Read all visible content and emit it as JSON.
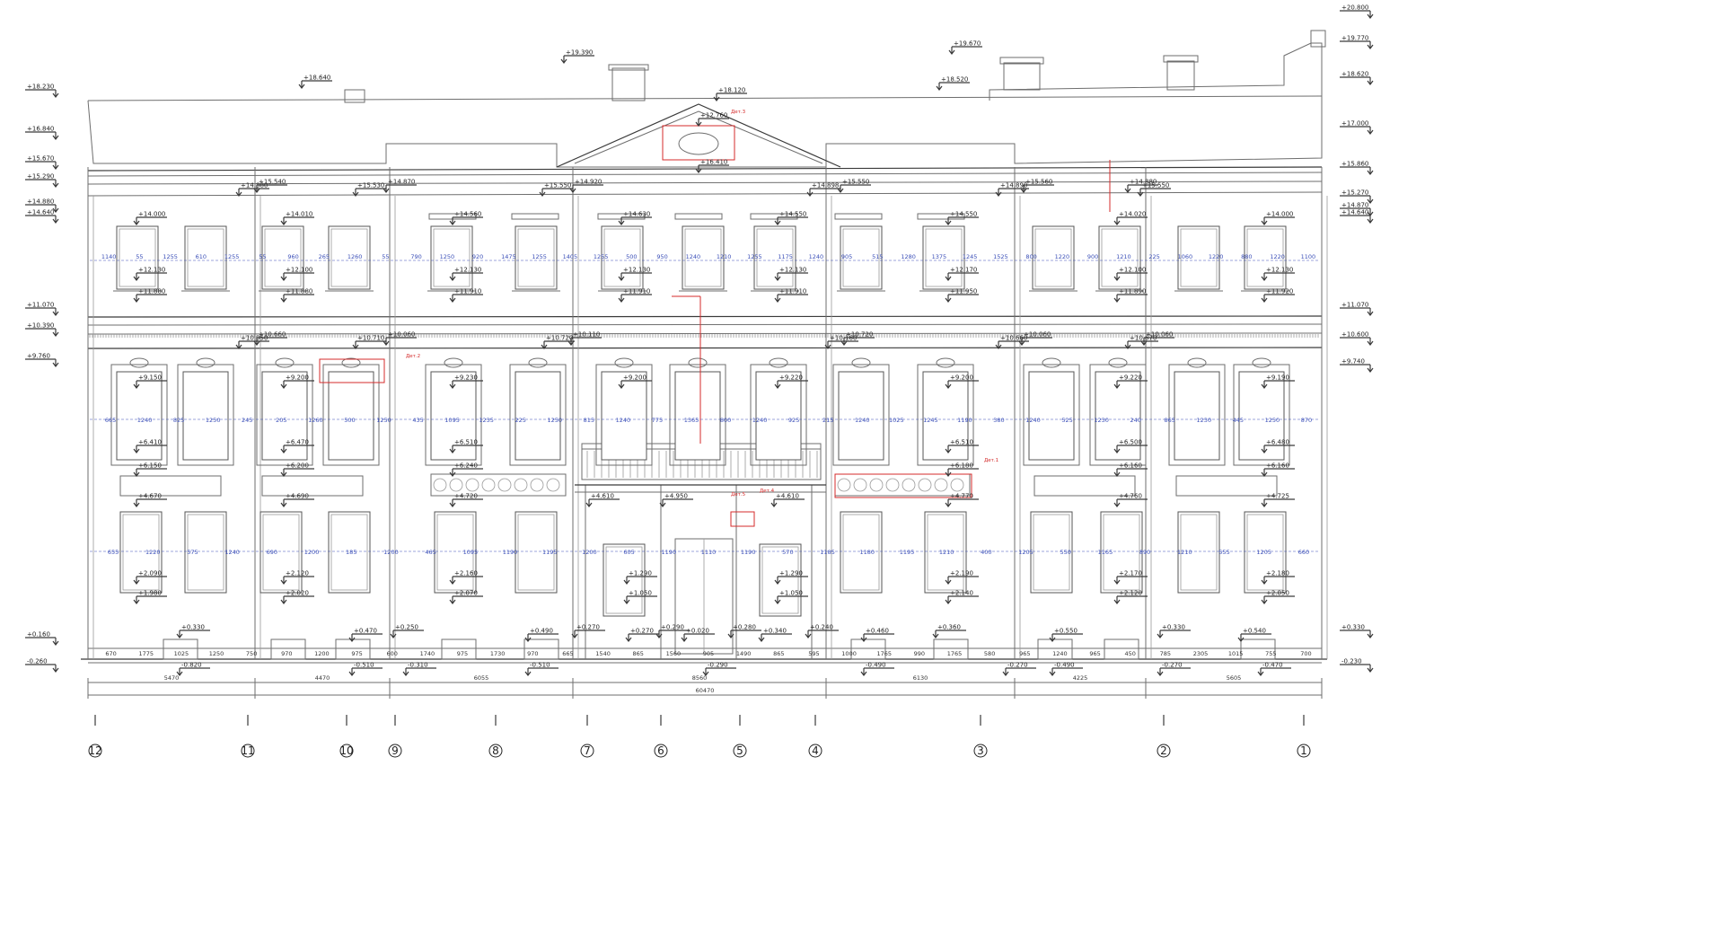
{
  "drawing": {
    "left_levels": [
      "+18.230",
      "+16.840",
      "+15.670",
      "+15.290",
      "+14.880",
      "+14.640",
      "+11.070",
      "+10.390",
      "+9.760",
      "+0.160",
      "-0.260"
    ],
    "right_levels": [
      "+20.800",
      "+19.770",
      "+18.620",
      "+17.000",
      "+15.860",
      "+15.270",
      "+14.870",
      "+14.640",
      "+11.070",
      "+10.600",
      "+9.740",
      "+0.330",
      "-0.230"
    ],
    "roof_levels": [
      "+18.640",
      "+19.390",
      "+18.120",
      "+19.670",
      "+18.520",
      "+16.410",
      "+12.760"
    ],
    "cornice_levels": [
      "+14.880",
      "+15.540",
      "+15.530",
      "+14.870",
      "+15.550",
      "+14.920",
      "+14.898",
      "+15.550",
      "+14.890",
      "+15.560",
      "+15.550",
      "+14.880"
    ],
    "upper_window_levels": [
      "+14.000",
      "+14.010",
      "+14.560",
      "+14.630",
      "+14.550",
      "+14.550",
      "+14.020",
      "+14.000"
    ],
    "upper_sill_levels": [
      "+12.130",
      "+12.100",
      "+12.130",
      "+12.130",
      "+12.130",
      "+12.170",
      "+12.100",
      "+12.130"
    ],
    "upper_bottom_levels": [
      "+11.880",
      "+11.880",
      "+11.910",
      "+11.910",
      "+11.910",
      "+11.950",
      "+11.890",
      "+11.920"
    ],
    "mid_cornice_levels": [
      "+10.050",
      "+10.660",
      "+10.710",
      "+10.060",
      "+10.720",
      "+10.110",
      "+10.160",
      "+10.720",
      "+10.660",
      "+10.060",
      "+10.670",
      "+10.060"
    ],
    "lower_top_levels": [
      "+9.150",
      "+9.200",
      "+9.230",
      "+9.200",
      "+9.220",
      "+9.200",
      "+9.220",
      "+9.190"
    ],
    "lower_sill_levels": [
      "+6.410",
      "+6.470",
      "+6.510",
      "+6.510",
      "+6.500",
      "+6.480"
    ],
    "lower_bottom_levels": [
      "+6.150",
      "+6.200",
      "+6.240",
      "+6.180",
      "+6.160",
      "+6.160"
    ],
    "ground_top_levels": [
      "+4.670",
      "+4.690",
      "+4.720",
      "+4.610",
      "+4.950",
      "+4.610",
      "+4.770",
      "+4.760",
      "+4.725"
    ],
    "ground_bottom_levels": [
      "+2.090",
      "+2.120",
      "+2.160",
      "+1.290",
      "+1.290",
      "+2.190",
      "+2.170",
      "+2.180"
    ],
    "ground_base_levels": [
      "+1.980",
      "+2.020",
      "+2.070",
      "+1.050",
      "+1.050",
      "+2.140",
      "+2.120",
      "+2.050"
    ],
    "plinth_levels": [
      "+0.330",
      "+0.470",
      "+0.250",
      "+0.490",
      "+0.270",
      "+0.270",
      "+0.290",
      "+0.020",
      "+0.280",
      "+0.340",
      "+0.240",
      "+0.460",
      "+0.360",
      "+0.550",
      "+0.330",
      "+0.540"
    ],
    "base_levels": [
      "-0.820",
      "-0.510",
      "-0.310",
      "-0.510",
      "-0.290",
      "-0.490",
      "-0.270",
      "-0.490",
      "-0.270",
      "-0.470"
    ],
    "bay_dims": [
      "5470",
      "4470",
      "6055",
      "8560",
      "6130",
      "4225",
      "5605"
    ],
    "total_dim": "60470",
    "upper_row_dims": [
      "1140",
      "55",
      "1255",
      "610",
      "1255",
      "55",
      "960",
      "265",
      "1260",
      "55",
      "790",
      "1250",
      "920",
      "1475",
      "1255",
      "1405",
      "1255",
      "500",
      "950",
      "1240",
      "1210",
      "1255",
      "1175",
      "1240",
      "905",
      "515",
      "1280",
      "1375",
      "1245",
      "1525",
      "800",
      "1220",
      "900",
      "1210",
      "225",
      "1060",
      "1220",
      "880",
      "1220",
      "1100"
    ],
    "lower_row_dims": [
      "665",
      "1240",
      "825",
      "1250",
      "245",
      "205",
      "1260",
      "500",
      "1250",
      "435",
      "1095",
      "1235",
      "225",
      "1250",
      "815",
      "1240",
      "775",
      "1365",
      "800",
      "1240",
      "925",
      "215",
      "1240",
      "1025",
      "1245",
      "1190",
      "380",
      "1240",
      "525",
      "1230",
      "240",
      "865",
      "1230",
      "445",
      "1250",
      "870"
    ],
    "ground_row_dims": [
      "655",
      "1220",
      "575",
      "1240",
      "690",
      "1200",
      "185",
      "1200",
      "465",
      "1095",
      "1190",
      "1195",
      "1200",
      "605",
      "1190",
      "1110",
      "1190",
      "570",
      "1185",
      "1180",
      "1195",
      "1210",
      "400",
      "1205",
      "550",
      "1165",
      "890",
      "1210",
      "555",
      "1205",
      "660"
    ],
    "plinth_dims": [
      "670",
      "1775",
      "1025",
      "1250",
      "750",
      "970",
      "1200",
      "975",
      "600",
      "1740",
      "975",
      "1730",
      "970",
      "665",
      "1540",
      "865",
      "1560",
      "905",
      "1490",
      "865",
      "595",
      "1000",
      "1765",
      "990",
      "1765",
      "580",
      "965",
      "1240",
      "965",
      "450",
      "785",
      "2305",
      "1015",
      "755",
      "700"
    ],
    "callouts": [
      "Дет.3",
      "Дет.2",
      "Дет.1",
      "Дет.4",
      "Дет.5"
    ],
    "axes": [
      "12",
      "11",
      "10",
      "9",
      "8",
      "7",
      "6",
      "5",
      "4",
      "3",
      "2",
      "1"
    ]
  }
}
